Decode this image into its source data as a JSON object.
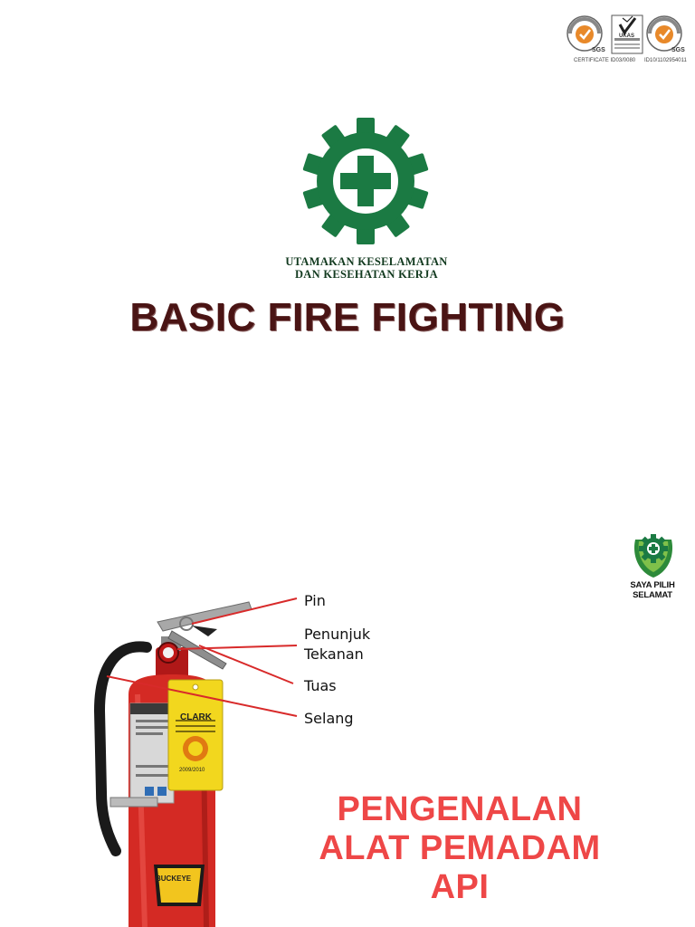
{
  "certifications": {
    "sgs_left_label": "SGS",
    "ukas_label": "UKAS",
    "sgs_right_label": "SGS",
    "caption_left": "CERTIFICATE ID03/0080",
    "caption_right": "ID10/1102954011"
  },
  "k3_logo": {
    "line1": "UTAMAKAN KESELAMATAN",
    "line2": "DAN KESEHATAN KERJA",
    "color": "#1b7a43"
  },
  "title": "BASIC FIRE FIGHTING",
  "safety_badge": {
    "text": "SAYA PILIH SELAMAT"
  },
  "extinguisher": {
    "tag_brand": "CLARK",
    "tag_year": "2009/2010",
    "body_brand": "BUCKEYE",
    "parts": [
      {
        "label": "Pin"
      },
      {
        "label_line1": "Penunjuk",
        "label_line2": "Tekanan"
      },
      {
        "label": "Tuas"
      },
      {
        "label": "Selang"
      }
    ]
  },
  "subtitle": {
    "line1": "PENGENALAN",
    "line2": "ALAT PEMADAM",
    "line3": "API",
    "color": "#ee4747"
  }
}
